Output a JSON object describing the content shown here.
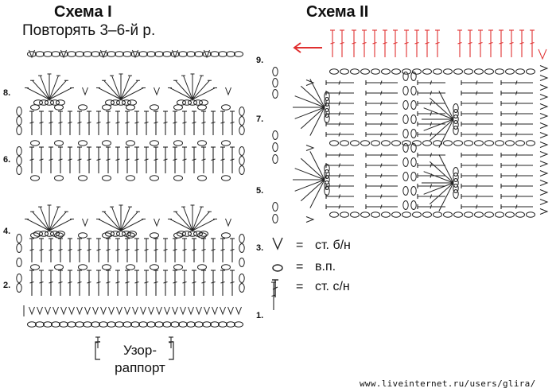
{
  "scheme1": {
    "title": "Схема I",
    "subtitle": "Повторять 3–6-й р.",
    "row_numbers": [
      "8.",
      "6.",
      "4.",
      "2."
    ],
    "rapport_line1": "Узор-",
    "rapport_line2": "раппорт"
  },
  "scheme2": {
    "title": "Схема II",
    "row_numbers": [
      "9.",
      "7.",
      "5.",
      "3.",
      "1."
    ],
    "arrow_color": "#e03030"
  },
  "legend": {
    "items": [
      {
        "symbol": "sc-icon",
        "eq": "=",
        "label": "ст. б/н"
      },
      {
        "symbol": "chain-icon",
        "eq": "=",
        "label": "в.п."
      },
      {
        "symbol": "dc-icon",
        "eq": "=",
        "label": "ст. с/н"
      }
    ]
  },
  "watermark": "www.liveinternet.ru/users/glira/"
}
